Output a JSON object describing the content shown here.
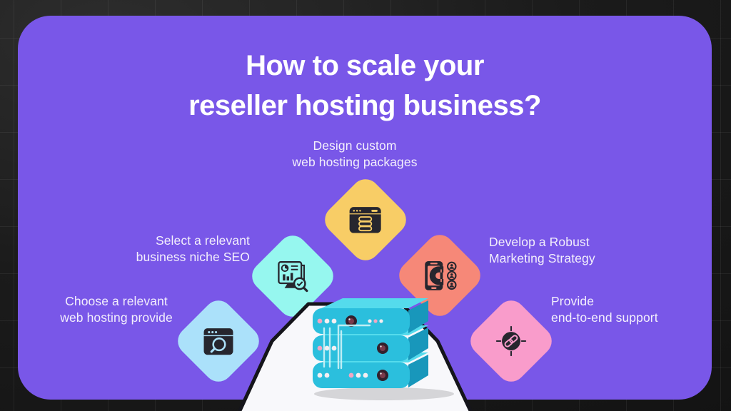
{
  "title": {
    "line1": "How to scale your",
    "line2": "reseller hosting business?"
  },
  "steps": [
    {
      "name": "design-packages",
      "line1": "Design custom",
      "line2": "web hosting packages",
      "color": "#F8CD66",
      "icon": "browser-server-icon"
    },
    {
      "name": "select-niche",
      "line1": "Select a relevant",
      "line2": "business niche SEO",
      "color": "#96F7EF",
      "icon": "seo-analytics-icon"
    },
    {
      "name": "choose-provider",
      "line1": "Choose a relevant",
      "line2": "web hosting provide",
      "color": "#ABE1FA",
      "icon": "browser-search-icon"
    },
    {
      "name": "marketing-strategy",
      "line1": "Develop a Robust",
      "line2": "Marketing Strategy",
      "color": "#F68878",
      "icon": "phone-magnet-icon"
    },
    {
      "name": "end-to-end-support",
      "line1": "Provide",
      "line2": "end-to-end support",
      "color": "#F99CCB",
      "icon": "link-target-icon"
    }
  ],
  "illustration": {
    "name": "stacked-hosting-servers"
  },
  "colors": {
    "canvas_bg": "#1B1B1B",
    "card_bg": "#7957E8",
    "title_text": "#FFFFFF",
    "label_text": "#F3EFFC",
    "icon_dark": "#26262E",
    "triangle_fill": "#F8F8FB",
    "triangle_edge": "#15151B",
    "server_teal": "#2BBFDD"
  }
}
